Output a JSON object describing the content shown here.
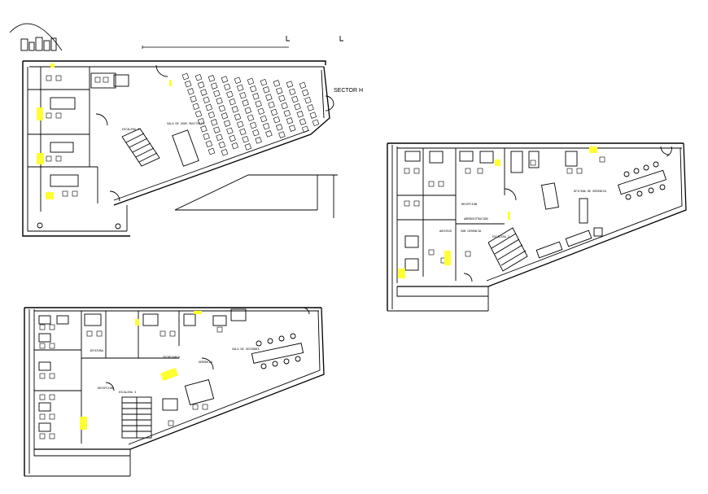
{
  "drawing": {
    "sector_label": "SECTOR H",
    "colors": {
      "line": "#000000",
      "highlight": "#ffff33",
      "paper": "#ffffff"
    },
    "plans": [
      {
        "id": "plan-a",
        "room_labels": [
          "ESCALERA 1",
          "SALA DE USOS MULTIPLES"
        ]
      },
      {
        "id": "plan-b",
        "room_labels": [
          "ESCALERA 2",
          "ADMINISTRACION",
          "OFICINA DE GERENCIA",
          "SUB GERENCIA",
          "ARCHIVO",
          "RECEPCION"
        ]
      },
      {
        "id": "plan-c",
        "room_labels": [
          "SALA DE SESIONES",
          "SECRETARIA",
          "GERENCIA",
          "ESCALERA 3",
          "JEFATURA",
          "RECEPCION"
        ]
      }
    ]
  }
}
